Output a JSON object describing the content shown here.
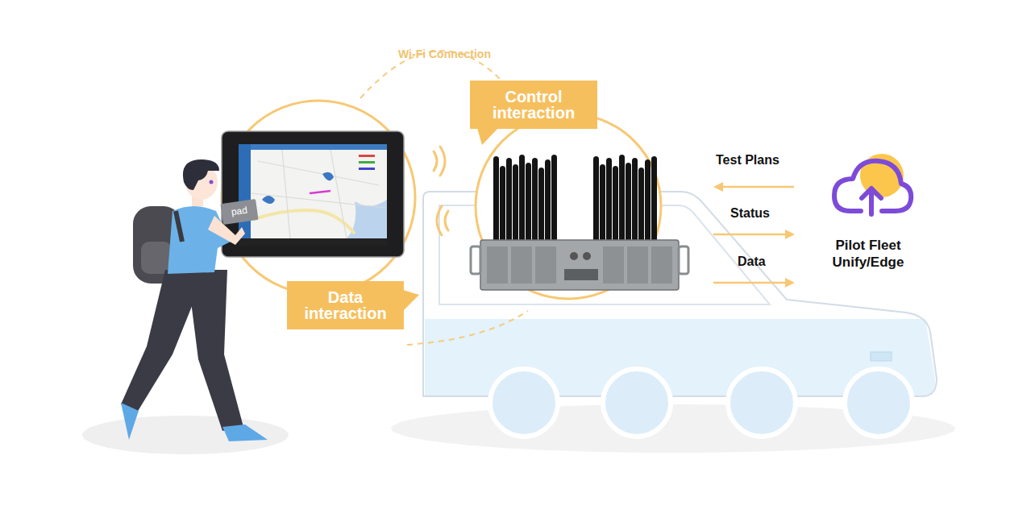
{
  "diagram": {
    "nodes": [
      {
        "text": [
          "Control interaction"
        ]
      },
      {
        "text": [
          "pad"
        ]
      },
      {
        "text": [
          "Pilot Fleet Unify/Edge"
        ]
      },
      {
        "text": [
          "Data interaction"
        ]
      }
    ],
    "labels": [
      "Wi-Fi Connection",
      "Test Plans",
      "Status",
      "Data"
    ]
  }
}
